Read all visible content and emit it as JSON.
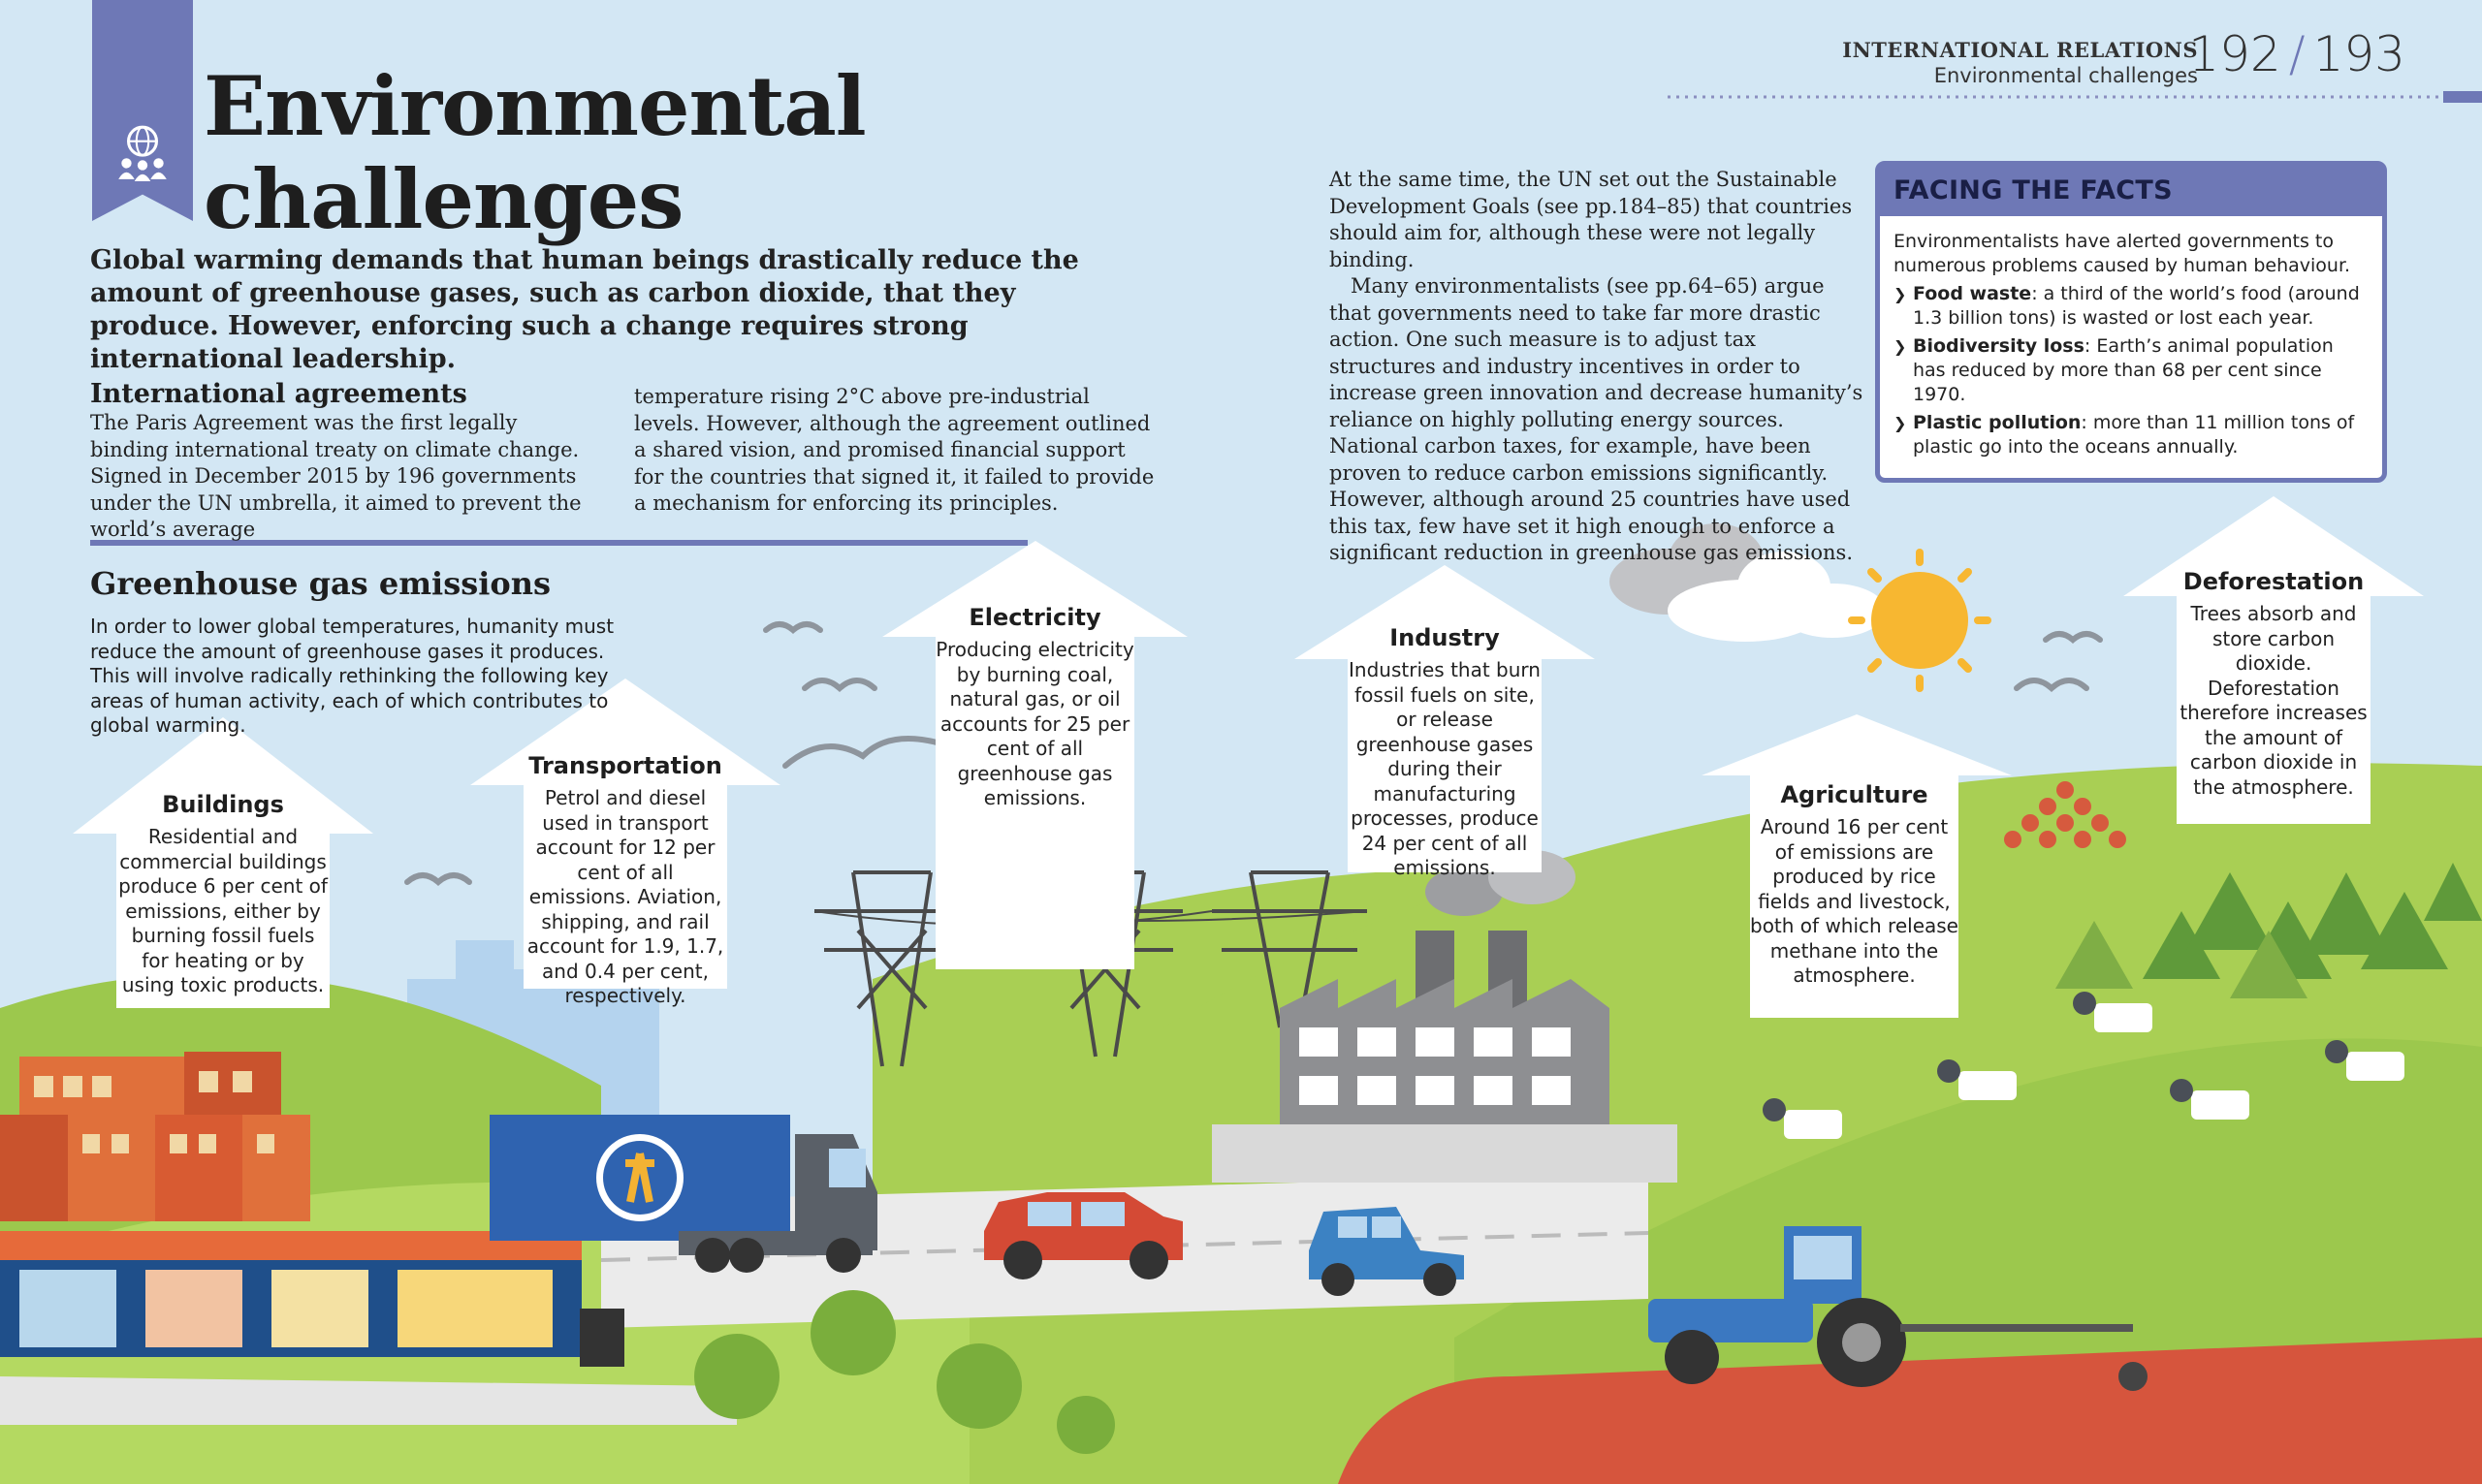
{
  "header": {
    "section": "INTERNATIONAL RELATIONS",
    "subsection": "Environmental challenges",
    "page_left": "192",
    "page_sep": "/",
    "page_right": "193"
  },
  "title": {
    "line1": "Environmental",
    "line2": "challenges"
  },
  "intro": "Global warming demands that human beings drastically reduce the amount of greenhouse gases, such as carbon dioxide, that they produce. However, enforcing such a change requires strong international leadership.",
  "international_agreements": {
    "heading": "International agreements",
    "col1": "The Paris Agreement was the first legally binding international treaty on climate change. Signed in December 2015 by 196 governments under the UN umbrella, it aimed to prevent the world’s average",
    "col2": "temperature rising 2°C above pre-industrial levels. However, although the agreement outlined a shared vision, and promised financial support for the countries that signed it, it failed to provide a mechanism for enforcing its principles."
  },
  "right_column": {
    "p1": "At the same time, the UN set out the Sustainable Development Goals (see pp.184–85) that countries should aim for, although these were not legally binding.",
    "p2": "Many environmentalists (see pp.64–65) argue that governments need to take far more drastic action. One such measure is to adjust tax structures and industry incentives in order to increase green innovation and decrease humanity’s reliance on highly polluting energy sources. National carbon taxes, for example, have been proven to reduce carbon emissions significantly. However, although around 25 countries have used this tax, few have set it high enough to enforce a significant reduction in greenhouse gas emissions."
  },
  "facts": {
    "heading": "FACING THE FACTS",
    "intro": "Environmentalists have alerted governments to numerous problems caused by human behaviour.",
    "items": [
      {
        "label": "Food waste",
        "text": ": a third of the world’s food (around 1.3 billion tons) is wasted or lost each year."
      },
      {
        "label": "Biodiversity loss",
        "text": ": Earth’s animal population has reduced by more than 68 per cent since 1970."
      },
      {
        "label": "Plastic pollution",
        "text": ": more than 11 million tons of plastic go into the oceans annually."
      }
    ]
  },
  "greenhouse": {
    "heading": "Greenhouse gas emissions",
    "text": "In order to lower global temperatures, humanity must reduce the amount of greenhouse gases it produces. This will involve radically rethinking the following key areas of human activity, each of which contributes to global warming."
  },
  "sectors": {
    "buildings": {
      "title": "Buildings",
      "text": "Residential and commercial buildings produce 6 per cent of emissions, either by burning fossil fuels for heating or by using toxic products."
    },
    "transportation": {
      "title": "Transportation",
      "text": "Petrol and diesel used in transport account for 12 per cent of all emissions. Aviation, shipping, and rail account for 1.9, 1.7, and 0.4 per cent, respectively."
    },
    "electricity": {
      "title": "Electricity",
      "text": "Producing electricity by burning coal, natural gas, or oil accounts for 25 per cent of all greenhouse gas emissions."
    },
    "industry": {
      "title": "Industry",
      "text": "Industries that burn fossil fuels on site, or release greenhouse gases during their manufacturing processes, produce 24 per cent of all emissions."
    },
    "agriculture": {
      "title": "Agriculture",
      "text": "Around 16 per cent of emissions are produced by rice fields and livestock, both of which release methane into the atmosphere."
    },
    "deforestation": {
      "title": "Deforestation",
      "text": "Trees absorb and store carbon dioxide. Deforestation therefore increases the amount of carbon dioxide in the atmosphere."
    }
  },
  "colors": {
    "accent": "#6e78b6",
    "sky": "#d3e7f4",
    "grass": "#a9cf54",
    "road": "#e8e8e8"
  }
}
